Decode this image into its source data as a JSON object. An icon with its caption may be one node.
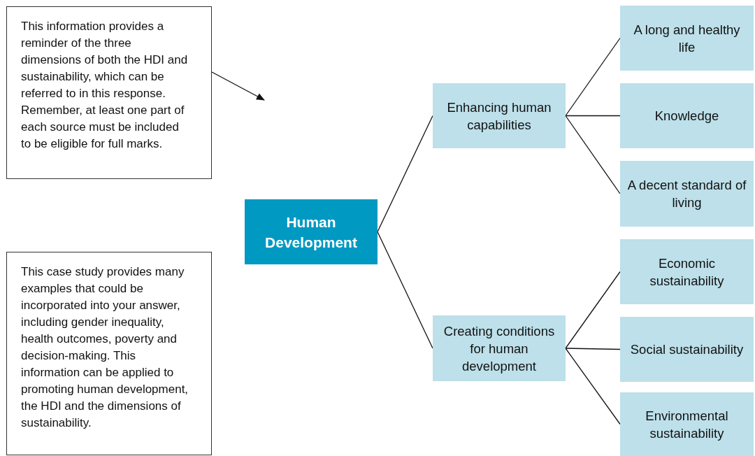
{
  "diagram": {
    "nodes": [
      {
        "text": [
          "This information provides a reminder of the three dimensions of both the HDI and sustainability, which can be referred to in this response. Remember, at least one part of each source must be included to be eligible for full marks."
        ]
      },
      {
        "text": [
          "This case study provides many examples that could be incorporated into your answer, including gender inequality, health outcomes, poverty and decision-making. This information can be applied to promoting human development, the HDI and the dimensions of sustainability."
        ]
      },
      {
        "text": [
          "Human Development"
        ]
      },
      {
        "text": [
          "Enhancing human capabilities"
        ]
      },
      {
        "text": [
          "A long and healthy life"
        ]
      },
      {
        "text": [
          "Knowledge"
        ]
      },
      {
        "text": [
          "A decent standard of living"
        ]
      },
      {
        "text": [
          "Creating conditions for human development"
        ]
      },
      {
        "text": [
          "Economic sustainability"
        ]
      },
      {
        "text": [
          "Social sustainability"
        ]
      },
      {
        "text": [
          "Environmental sustainability"
        ]
      }
    ],
    "edges": [
      {
        "from": 0,
        "to": null,
        "arrow": "to"
      },
      {
        "from": 2,
        "to": 3,
        "arrow": "none"
      },
      {
        "from": 2,
        "to": 7,
        "arrow": "none"
      },
      {
        "from": 3,
        "to": 4,
        "arrow": "none"
      },
      {
        "from": 3,
        "to": 5,
        "arrow": "none"
      },
      {
        "from": 3,
        "to": 6,
        "arrow": "none"
      },
      {
        "from": 7,
        "to": 8,
        "arrow": "none"
      },
      {
        "from": 7,
        "to": 9,
        "arrow": "none"
      },
      {
        "from": 7,
        "to": 10,
        "arrow": "none"
      }
    ]
  }
}
